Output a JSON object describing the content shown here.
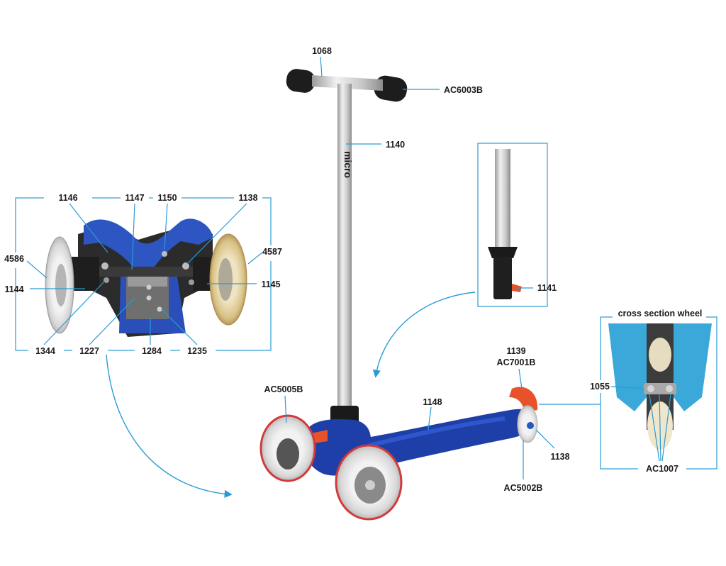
{
  "labels": {
    "handlebar": "1068",
    "grip_end": "AC6003B",
    "t_bar": "1140",
    "clamp": "1141",
    "brake": "1139",
    "brake_b": "AC7001B",
    "deck": "1148",
    "wheel_front": "AC5005B",
    "rear_axle": "1138",
    "rear_wheel": "AC5002B",
    "cross_axle": "1055",
    "bearings": "AC1007",
    "detail_1146": "1146",
    "detail_1147": "1147",
    "detail_1150": "1150",
    "detail_1138": "1138",
    "detail_4586": "4586",
    "detail_4587": "4587",
    "detail_1144": "1144",
    "detail_1145": "1145",
    "detail_1344": "1344",
    "detail_1227": "1227",
    "detail_1284": "1284",
    "detail_1235": "1235"
  },
  "captions": {
    "cross_section": "cross section wheel"
  },
  "branding": {
    "stem_logo": "micro"
  },
  "colors": {
    "accent": "#2a9bd6",
    "deck_blue": "#1f3fa8",
    "brake_orange": "#e8522a",
    "wheel_red": "#d23a3a",
    "cross_blue": "#3aa8d8"
  }
}
